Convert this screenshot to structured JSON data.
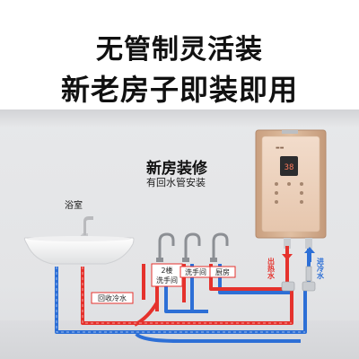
{
  "headline": {
    "line1": "无管制灵活装",
    "line2": "新老房子即装即用"
  },
  "scene": {
    "title": "新房装修",
    "subtitle": "有回水管安装",
    "bathroom_label": "浴室",
    "faucet_labels": [
      "2楼",
      "洗手间",
      "洗手间",
      "厨房"
    ],
    "return_label": "回收冷水",
    "outlet_label": "出热水",
    "inlet_label": "进冷水"
  },
  "heater": {
    "display_reading": "38"
  },
  "colors": {
    "hot": "#e5322d",
    "cold": "#2d6fd6",
    "heater_body": "#d9b597",
    "wall": "#e4e5e7"
  }
}
